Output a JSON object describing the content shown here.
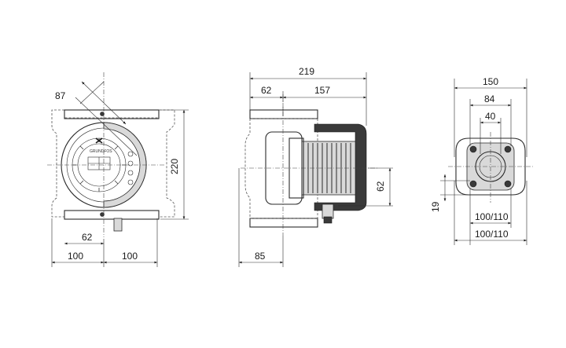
{
  "front_view": {
    "dim_diagonal": "87",
    "dim_height": "220",
    "dim_offset": "62",
    "dim_left_half": "100",
    "dim_right_half": "100",
    "brand_text": "GRUNDFOS"
  },
  "side_view": {
    "dim_total": "219",
    "dim_left": "62",
    "dim_right": "157",
    "dim_shaft_height": "62",
    "dim_base": "85"
  },
  "flange_view": {
    "dim_outer": "150",
    "dim_bolt": "84",
    "dim_bore": "40",
    "dim_hole": "19",
    "dim_pcd_1": "100/110",
    "dim_pcd_2": "100/110"
  }
}
